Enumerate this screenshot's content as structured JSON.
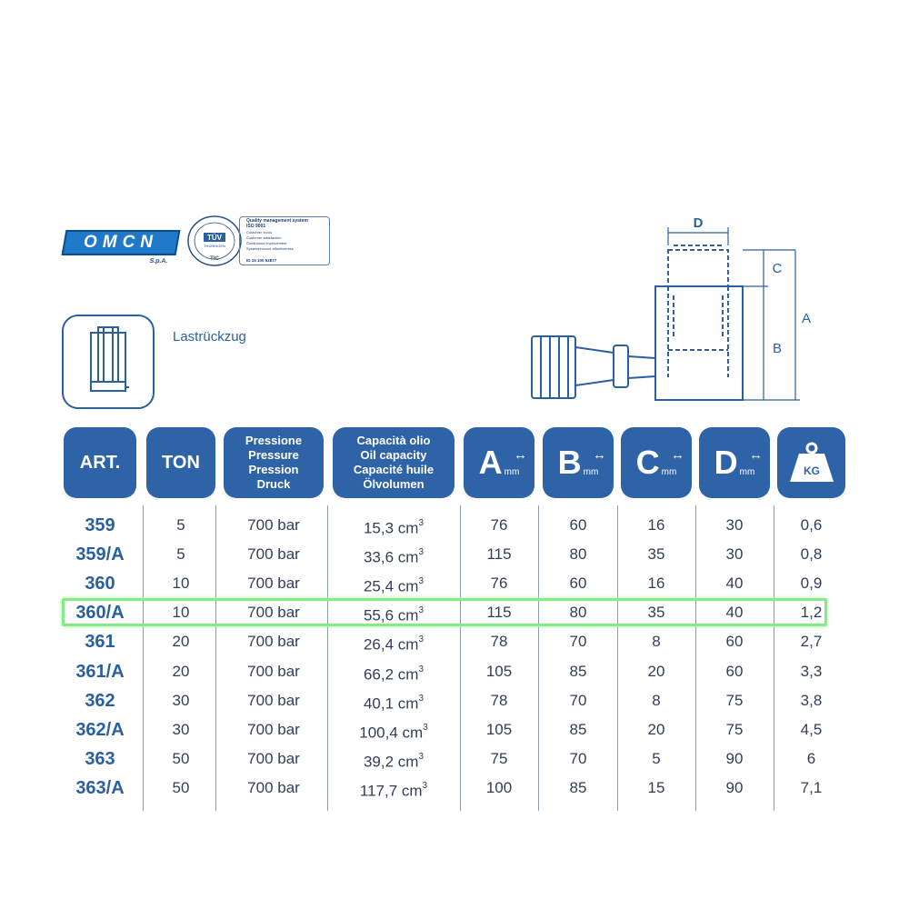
{
  "logos": {
    "brand": "OMCN",
    "brand_sub": "S.p.A.",
    "cert_title": "Quality management system ISO 9001",
    "cert_lines": [
      "Customer focus",
      "Customer satisfaction",
      "Continuous improvement",
      "Systemprocess effectiveness"
    ],
    "cert_id": "ID 15 100 52877",
    "cert_brand": "TÜV THÜRINGEN"
  },
  "feature_label": "Lastrückzug",
  "drawing_labels": {
    "a": "A",
    "b": "B",
    "c": "C",
    "d": "D"
  },
  "headers": {
    "art": "ART.",
    "ton": "TON",
    "pressure": [
      "Pressione",
      "Pressure",
      "Pression",
      "Druck"
    ],
    "capacity": [
      "Capacità olio",
      "Oil capacity",
      "Capacité huile",
      "Ölvolumen"
    ],
    "a": "A",
    "b": "B",
    "c": "C",
    "d": "D",
    "unit": "mm",
    "kg": "KG"
  },
  "rows": [
    {
      "art": "359",
      "ton": "5",
      "pressure": "700 bar",
      "capacity": "15,3 cm",
      "a": "76",
      "b": "60",
      "c": "16",
      "d": "30",
      "kg": "0,6"
    },
    {
      "art": "359/A",
      "ton": "5",
      "pressure": "700 bar",
      "capacity": "33,6 cm",
      "a": "115",
      "b": "80",
      "c": "35",
      "d": "30",
      "kg": "0,8"
    },
    {
      "art": "360",
      "ton": "10",
      "pressure": "700 bar",
      "capacity": "25,4 cm",
      "a": "76",
      "b": "60",
      "c": "16",
      "d": "40",
      "kg": "0,9"
    },
    {
      "art": "360/A",
      "ton": "10",
      "pressure": "700 bar",
      "capacity": "55,6 cm",
      "a": "115",
      "b": "80",
      "c": "35",
      "d": "40",
      "kg": "1,2"
    },
    {
      "art": "361",
      "ton": "20",
      "pressure": "700 bar",
      "capacity": "26,4 cm",
      "a": "78",
      "b": "70",
      "c": "8",
      "d": "60",
      "kg": "2,7"
    },
    {
      "art": "361/A",
      "ton": "20",
      "pressure": "700 bar",
      "capacity": "66,2 cm",
      "a": "105",
      "b": "85",
      "c": "20",
      "d": "60",
      "kg": "3,3"
    },
    {
      "art": "362",
      "ton": "30",
      "pressure": "700 bar",
      "capacity": "40,1 cm",
      "a": "78",
      "b": "70",
      "c": "8",
      "d": "75",
      "kg": "3,8"
    },
    {
      "art": "362/A",
      "ton": "30",
      "pressure": "700 bar",
      "capacity": "100,4 cm",
      "a": "105",
      "b": "85",
      "c": "20",
      "d": "75",
      "kg": "4,5"
    },
    {
      "art": "363",
      "ton": "50",
      "pressure": "700 bar",
      "capacity": "39,2 cm",
      "a": "75",
      "b": "70",
      "c": "5",
      "d": "90",
      "kg": "6"
    },
    {
      "art": "363/A",
      "ton": "50",
      "pressure": "700 bar",
      "capacity": "117,7 cm",
      "a": "100",
      "b": "85",
      "c": "15",
      "d": "90",
      "kg": "7,1"
    }
  ],
  "cube_superscript": "3",
  "highlighted_row": "360/A",
  "colors": {
    "primary": "#2f63a8",
    "text": "#2f3f58",
    "highlight": "#84ec84"
  }
}
